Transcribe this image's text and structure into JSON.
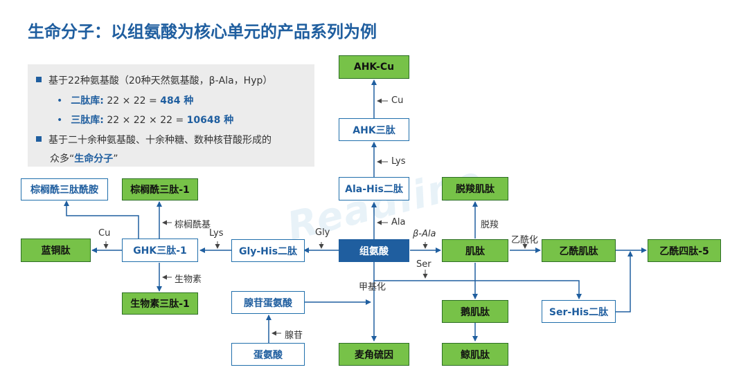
{
  "title": "生命分子：以组氨酸为核心单元的产品系列为例",
  "info": {
    "line1": "基于22种氨基酸（20种天然氨基酸，β-Ala，Hyp）",
    "line2_label": "二肽库:",
    "line2_formula": " 22 × 22 = ",
    "line2_value": "484 种",
    "line3_label": "三肽库:",
    "line3_formula": "  22 × 22 × 22 = ",
    "line3_value": "10648 种",
    "line4": "基于二十余种氨基酸、十余种糖、数种核苷酸形成的",
    "line5_prefix": "众多“",
    "line5_bold": "生命分子",
    "line5_suffix": "”"
  },
  "watermark": "Readline",
  "boxes": {
    "ahk_cu": "AHK-Cu",
    "ahk_tri": "AHK三肽",
    "ala_his": "Ala-His二肽",
    "histidine": "组氨酸",
    "gly_his": "Gly-His二肽",
    "ghk1": "GHK三肽-1",
    "palm_amide": "棕榈酰三肽酰胺",
    "palm_tri1": "棕榈酰三肽-1",
    "blue_copper": "蓝铜肽",
    "biotin_tri1": "生物素三肽-1",
    "sam": "腺苷蛋氨酸",
    "met": "蛋氨酸",
    "ergo": "麦角硫因",
    "decarb_car": "脱羧肌肽",
    "carnosine": "肌肽",
    "acetyl_car": "乙酰肌肽",
    "acetyl_tetra5": "乙酰四肽-5",
    "anserine": "鹅肌肽",
    "balenine": "鲸肌肽",
    "ser_his": "Ser-His二肽"
  },
  "labels": {
    "cu_top": "Cu",
    "lys_top": "Lys",
    "ala": "Ala",
    "gly": "Gly",
    "beta_ala": "β-Ala",
    "ser": "Ser",
    "methyl": "甲基化",
    "adenosine": "腺苷",
    "palmitoyl": "棕榈酰基",
    "biotin": "生物素",
    "lys_left": "Lys",
    "cu_left": "Cu",
    "decarboxyl": "脱羧",
    "acetylation": "乙酰化"
  }
}
